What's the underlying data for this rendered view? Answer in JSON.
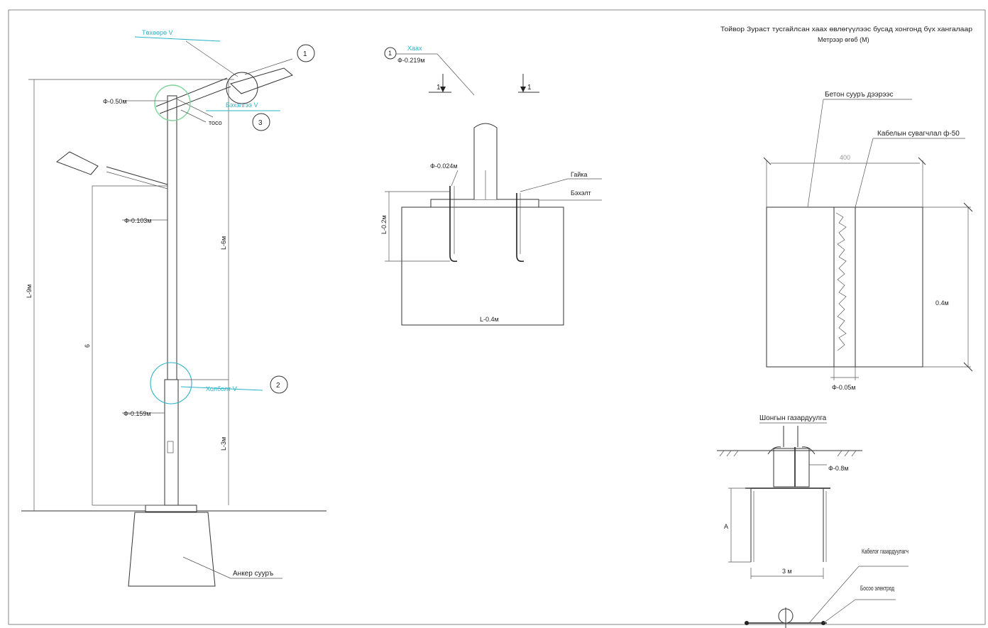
{
  "title": {
    "line1": "Тойвор Зураст тусгайлсан хаах өвлөгүүлээс бусад хонгонд бүх хангалаар",
    "line2": "Метрээр өгөб (М)"
  },
  "lamp": {
    "callout_top": "Төхөөрө V",
    "callout_bracket": "Бэхэлгээ V",
    "callout_mid": "Холболт V",
    "diam_top": "Ф-0.50м",
    "diam_mid": "Ф-0.103м",
    "diam_low": "Ф-0.159м",
    "total_height": "L-9м",
    "upper_height": "L-6м",
    "mid_height": "6",
    "low_height": "L-3м",
    "small_note": "тосо",
    "anchor_label": "Анкер сууръ",
    "circle1": "1",
    "circle2": "2",
    "circle3": "3"
  },
  "anchor_detail": {
    "callout": "Хаах",
    "callout_diam": "Ф-0.219м",
    "circle": "1",
    "section_left": "1",
    "section_right": "1",
    "bolt_diam": "Ф-0.024м",
    "nut": "Гайка",
    "plate": "Бэхэлт",
    "depth": "L-0.2м",
    "width": "L-0.4м"
  },
  "section_detail": {
    "label_concrete": "Бетон сууръ дээрээс",
    "label_cable": "Кабелын сувагчлал ф-50",
    "dim_top": "400",
    "dim_right": "0.4м",
    "dim_bottom": "Ф-0.05м"
  },
  "ground_detail": {
    "header": "Шонгын газардуулга",
    "diam": "Ф-0.8м",
    "depth": "А",
    "width": "3 м",
    "label_cable": "Кабелэг газардуулагч",
    "label_electrode": "Босоо электрод"
  }
}
